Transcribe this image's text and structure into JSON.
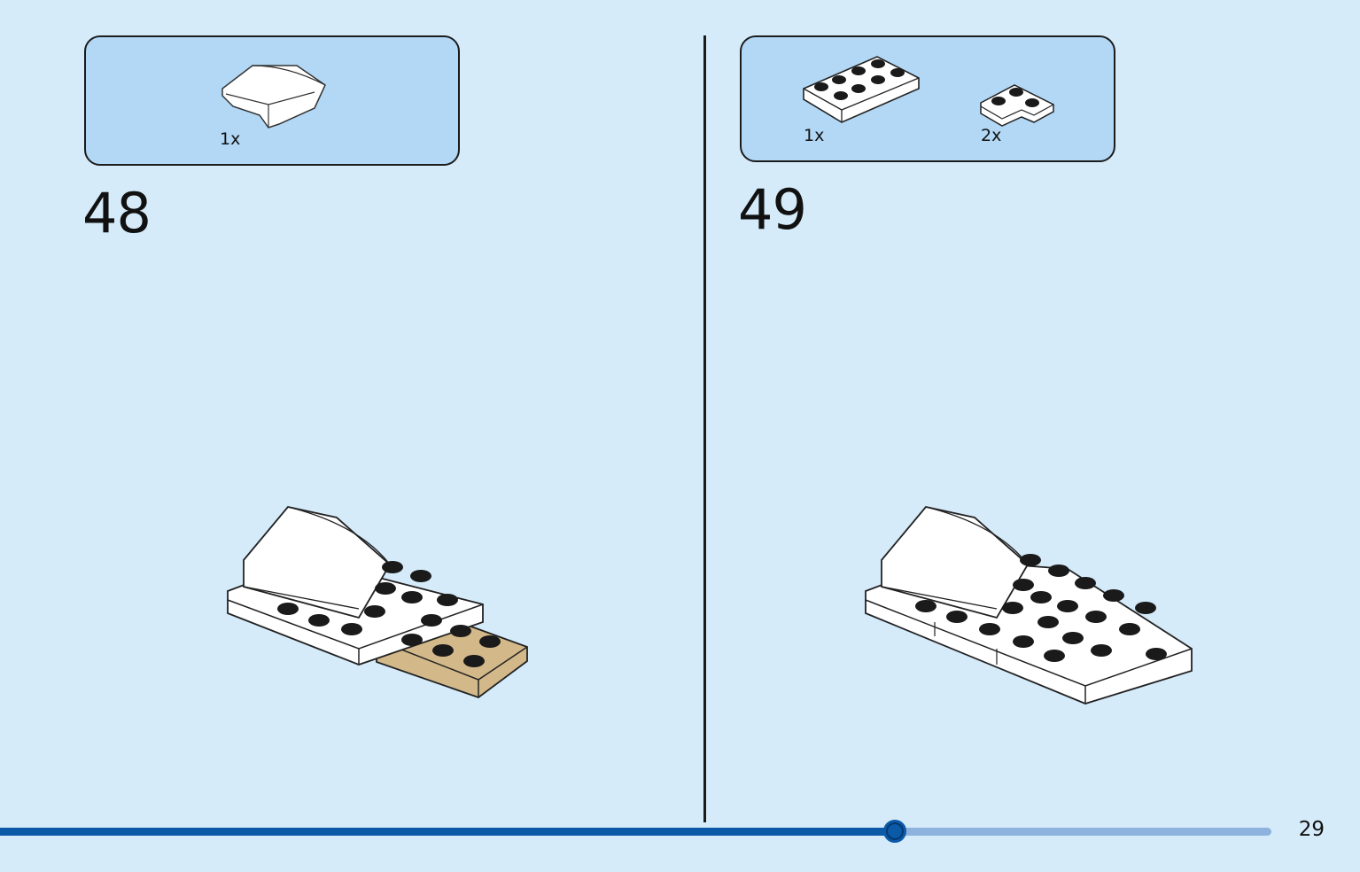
{
  "steps": [
    {
      "number": "48",
      "parts": [
        {
          "qty": "1x",
          "piece": "white-curved-slope"
        }
      ]
    },
    {
      "number": "49",
      "parts": [
        {
          "qty": "1x",
          "piece": "white-plate-2x4"
        },
        {
          "qty": "2x",
          "piece": "white-corner-plate"
        }
      ]
    }
  ],
  "colors": {
    "page": "#d5ebfa",
    "parts_box": "#b3d8f5",
    "white_brick": "#ffffff",
    "tan_brick": "#d3b98a",
    "stud_dark": "#1a1a1a",
    "progress": "#0b5aa8",
    "progress_track": "#8eb2de"
  },
  "progress": {
    "fraction": 0.704
  },
  "page_number": "29"
}
